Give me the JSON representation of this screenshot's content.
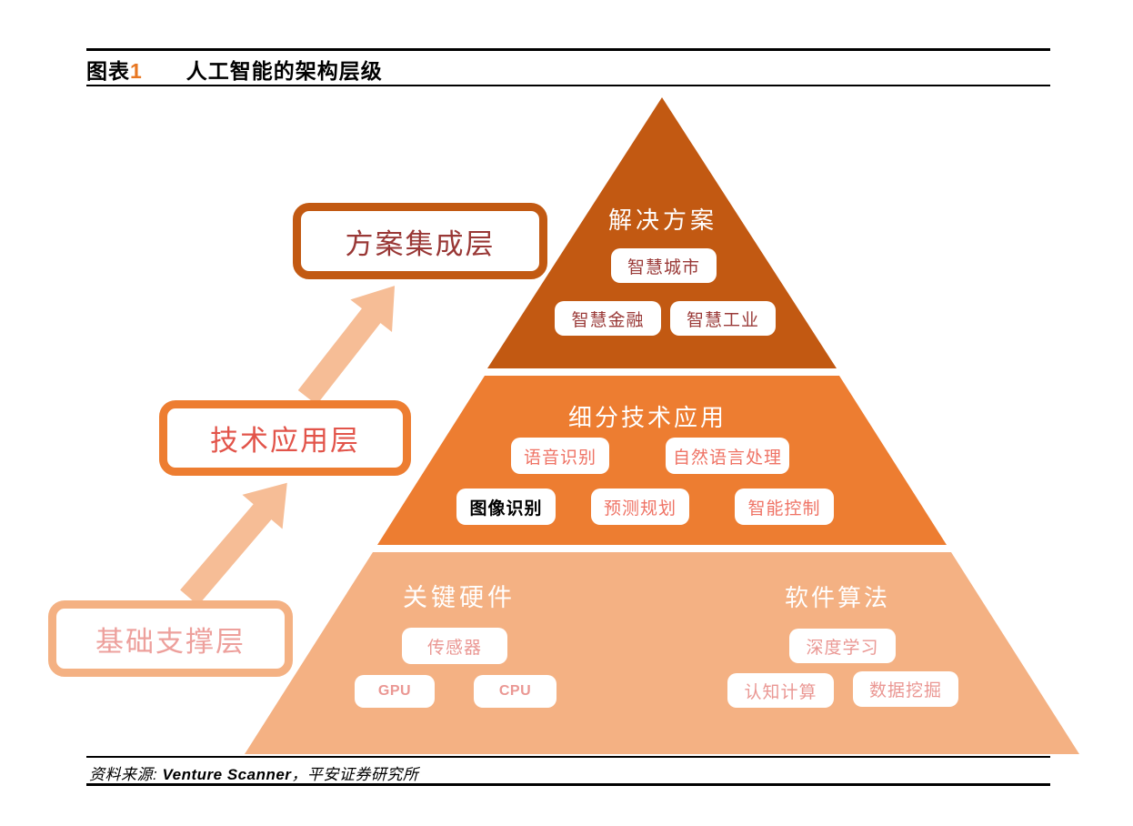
{
  "figure": {
    "label_prefix": "图表",
    "label_number": "1",
    "title": "人工智能的架构层级"
  },
  "pyramid": {
    "top": {
      "heading": "解决方案",
      "badges": [
        "智慧城市",
        "智慧金融",
        "智慧工业"
      ]
    },
    "middle": {
      "heading": "细分技术应用",
      "badges": [
        "语音识别",
        "自然语言处理",
        "图像识别",
        "预测规划",
        "智能控制"
      ],
      "highlighted_badge": "图像识别"
    },
    "bottom": {
      "hardware": {
        "heading": "关键硬件",
        "badges": [
          "传感器",
          "GPU",
          "CPU"
        ]
      },
      "software": {
        "heading": "软件算法",
        "badges": [
          "深度学习",
          "认知计算",
          "数据挖掘"
        ]
      }
    }
  },
  "side_labels": {
    "top": "方案集成层",
    "middle": "技术应用层",
    "bottom": "基础支撑层"
  },
  "source_line": {
    "prefix": "资料来源: ",
    "source_name": "Venture Scanner",
    "suffix": "，平安证券研究所"
  },
  "colors": {
    "layer_top": "#C25912",
    "layer_middle": "#ED7D31",
    "layer_bottom": "#F4B183",
    "arrow": "#F6BD96",
    "badge_text_top": "#9A3A38",
    "badge_text_middle": "#EF7365",
    "badge_text_bottom": "#EA9793",
    "badge_text_highlight": "#000000",
    "side_label_top_text": "#993735",
    "side_label_middle_text": "#E2544A",
    "side_label_bottom_text": "#EDA09C",
    "figure_number": "#E87722"
  }
}
